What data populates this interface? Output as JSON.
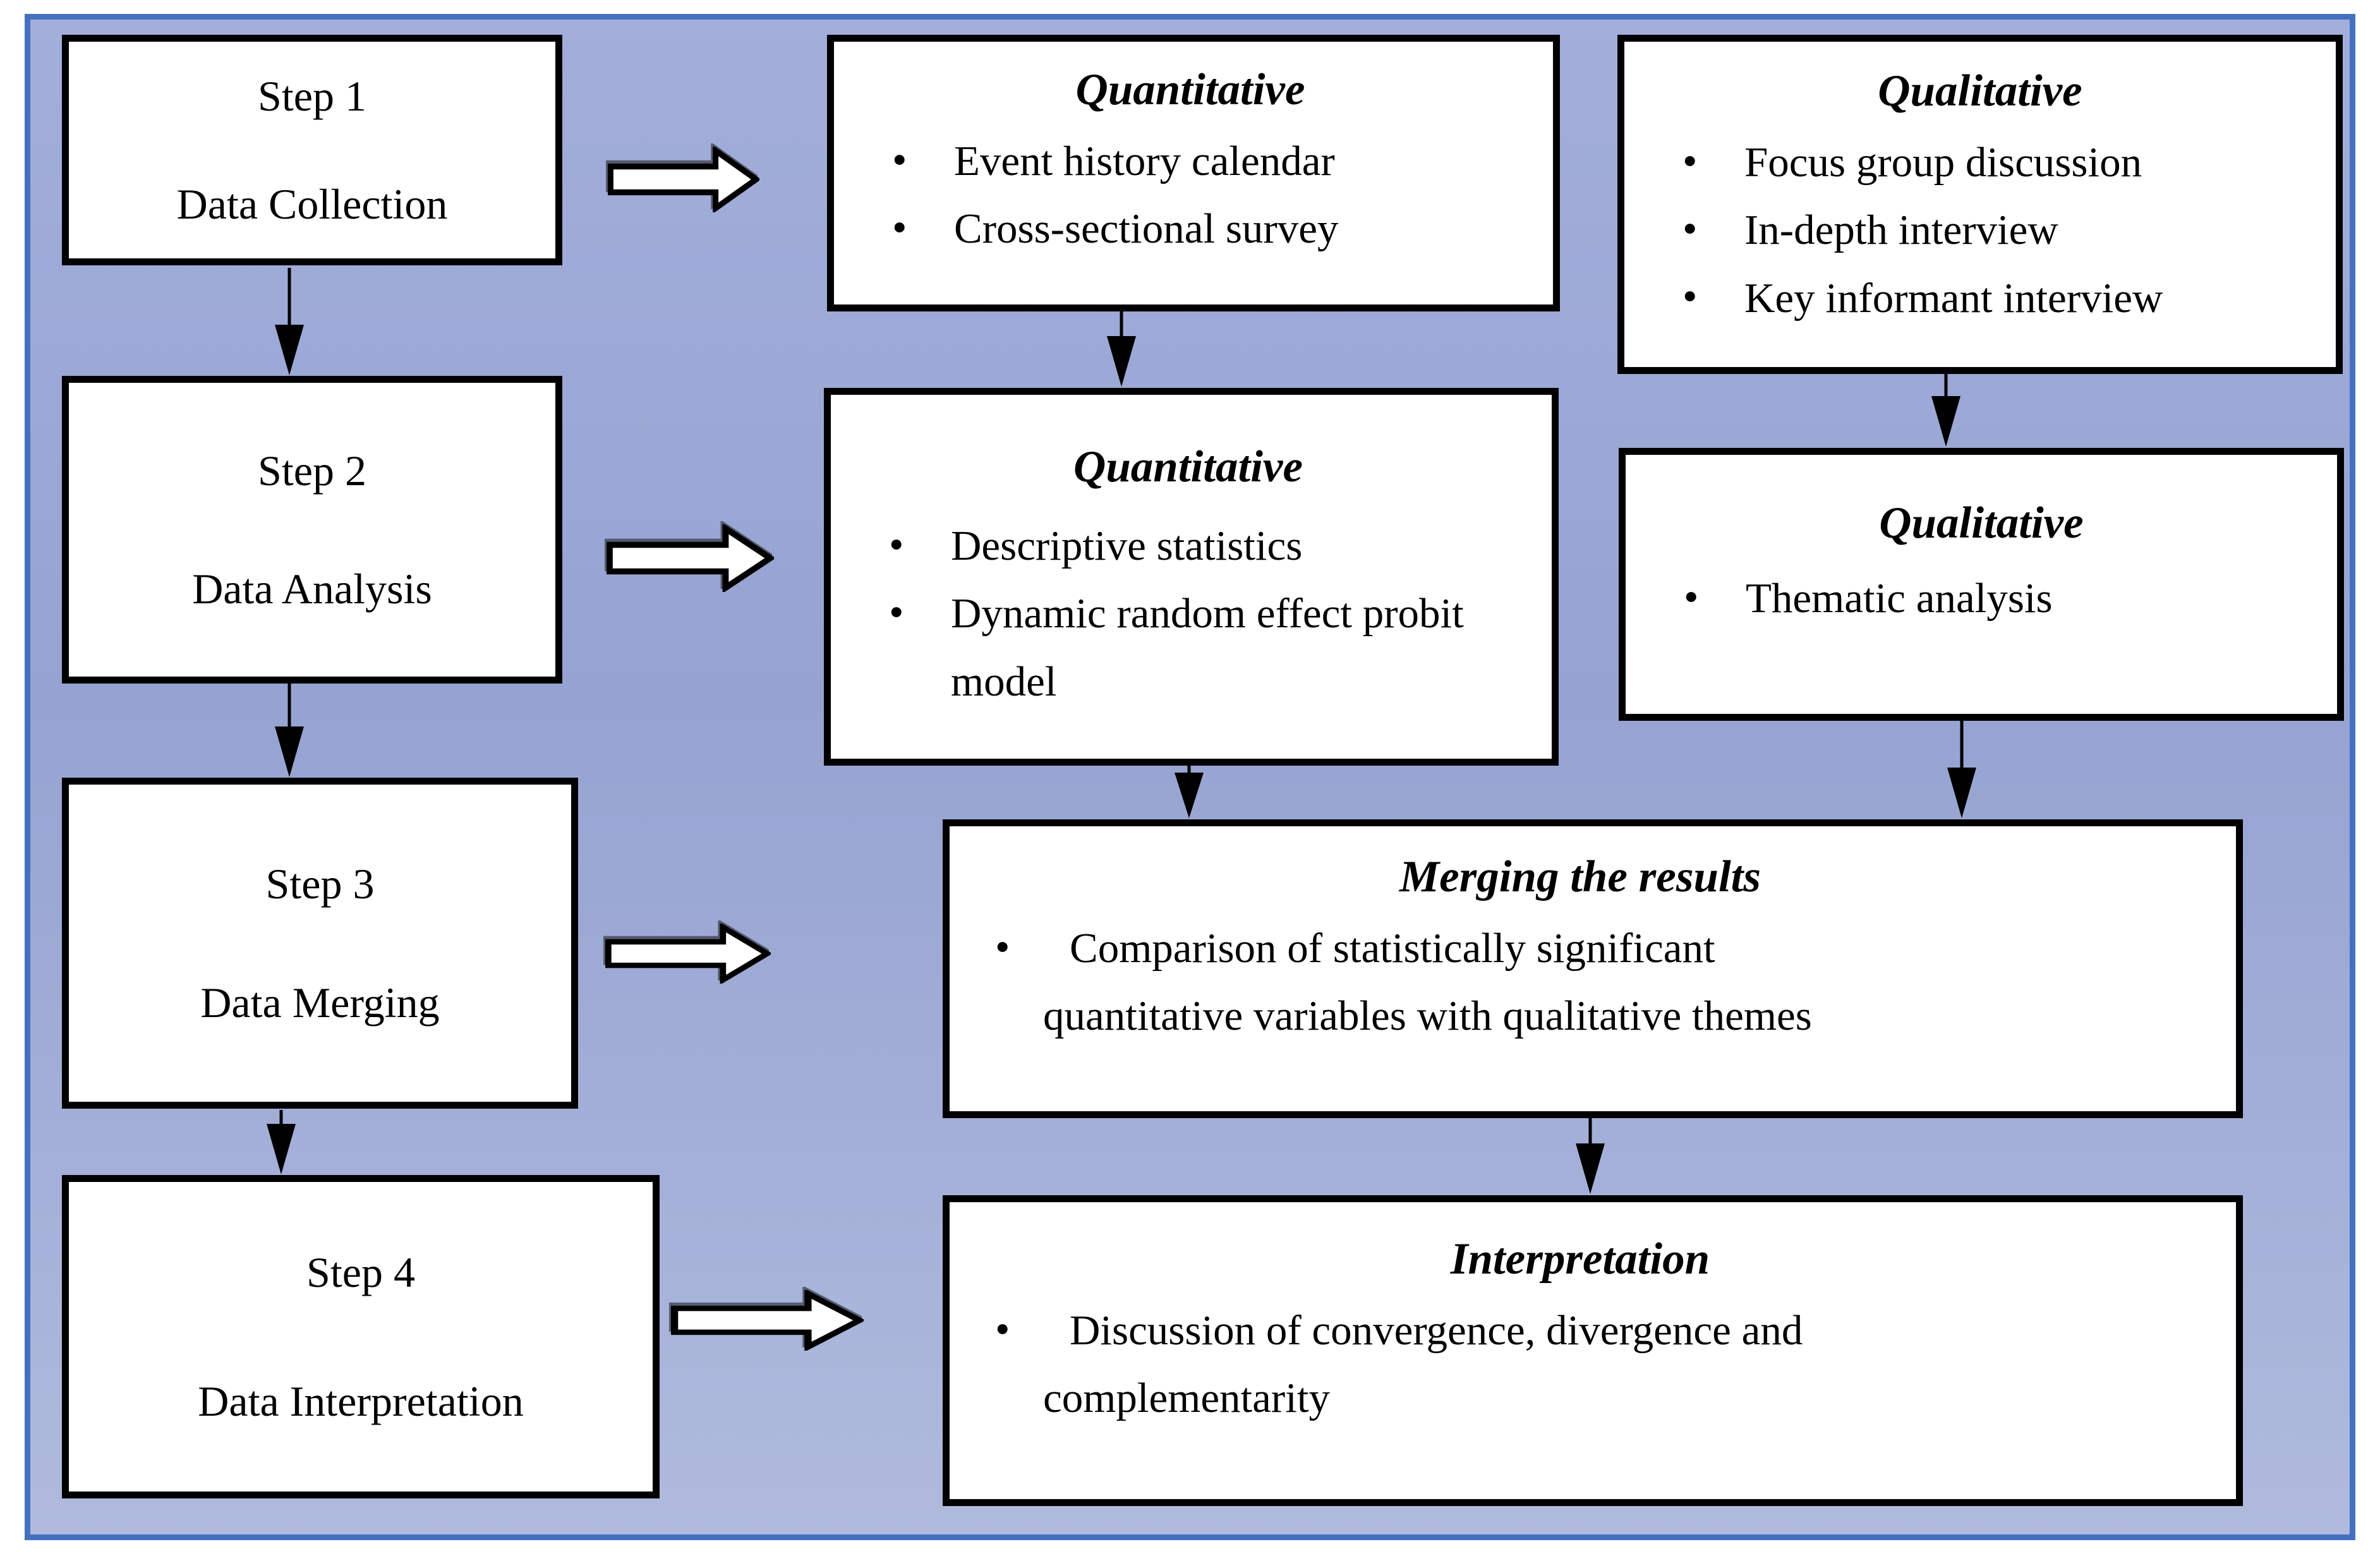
{
  "colors": {
    "frame_border": "#4470C0",
    "canvas_top": "#A3AEDA",
    "canvas_mid": "#96A3D1",
    "canvas_bottom": "#AFBADD",
    "box_fill": "#FFFFFF",
    "box_border": "#000000",
    "arrow_fill": "#FFFFFF",
    "arrow_outline": "#000000",
    "text": "#000000"
  },
  "steps": [
    {
      "title": "Step 1",
      "label": "Data Collection"
    },
    {
      "title": "Step 2",
      "label": "Data Analysis"
    },
    {
      "title": "Step 3",
      "label": "Data Merging"
    },
    {
      "title": "Step 4",
      "label": "Data Interpretation"
    }
  ],
  "panels": {
    "quant_collection": {
      "header": "Quantitative",
      "bullets": [
        "Event history calendar",
        "Cross-sectional survey"
      ]
    },
    "qual_collection": {
      "header": "Qualitative",
      "bullets": [
        "Focus group discussion",
        "In-depth interview",
        "Key informant interview"
      ]
    },
    "quant_analysis": {
      "header": "Quantitative",
      "bullets": [
        "Descriptive statistics",
        "Dynamic random effect probit model"
      ]
    },
    "qual_analysis": {
      "header": "Qualitative",
      "bullets": [
        "Thematic analysis"
      ]
    },
    "merging": {
      "header": "Merging the results",
      "bullet_lines": [
        "Comparison of statistically significant",
        "quantitative variables with qualitative themes"
      ]
    },
    "interpretation": {
      "header": "Interpretation",
      "bullet_lines": [
        "Discussion of convergence, divergence and",
        "complementarity"
      ]
    }
  }
}
